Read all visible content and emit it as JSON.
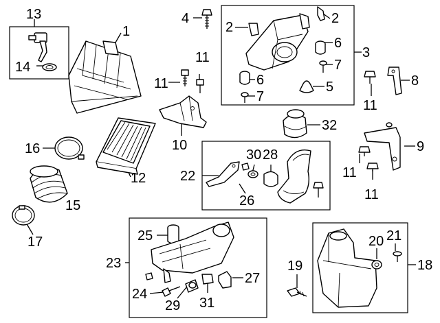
{
  "diagram": {
    "callouts": [
      "1",
      "2",
      "3",
      "4",
      "5",
      "6",
      "7",
      "8",
      "9",
      "10",
      "11",
      "12",
      "13",
      "14",
      "15",
      "16",
      "17",
      "18",
      "19",
      "20",
      "21",
      "22",
      "23",
      "24",
      "25",
      "26",
      "27",
      "28",
      "29",
      "30",
      "31",
      "32"
    ]
  },
  "colors": {
    "ink": "#000000",
    "background": "#ffffff"
  }
}
